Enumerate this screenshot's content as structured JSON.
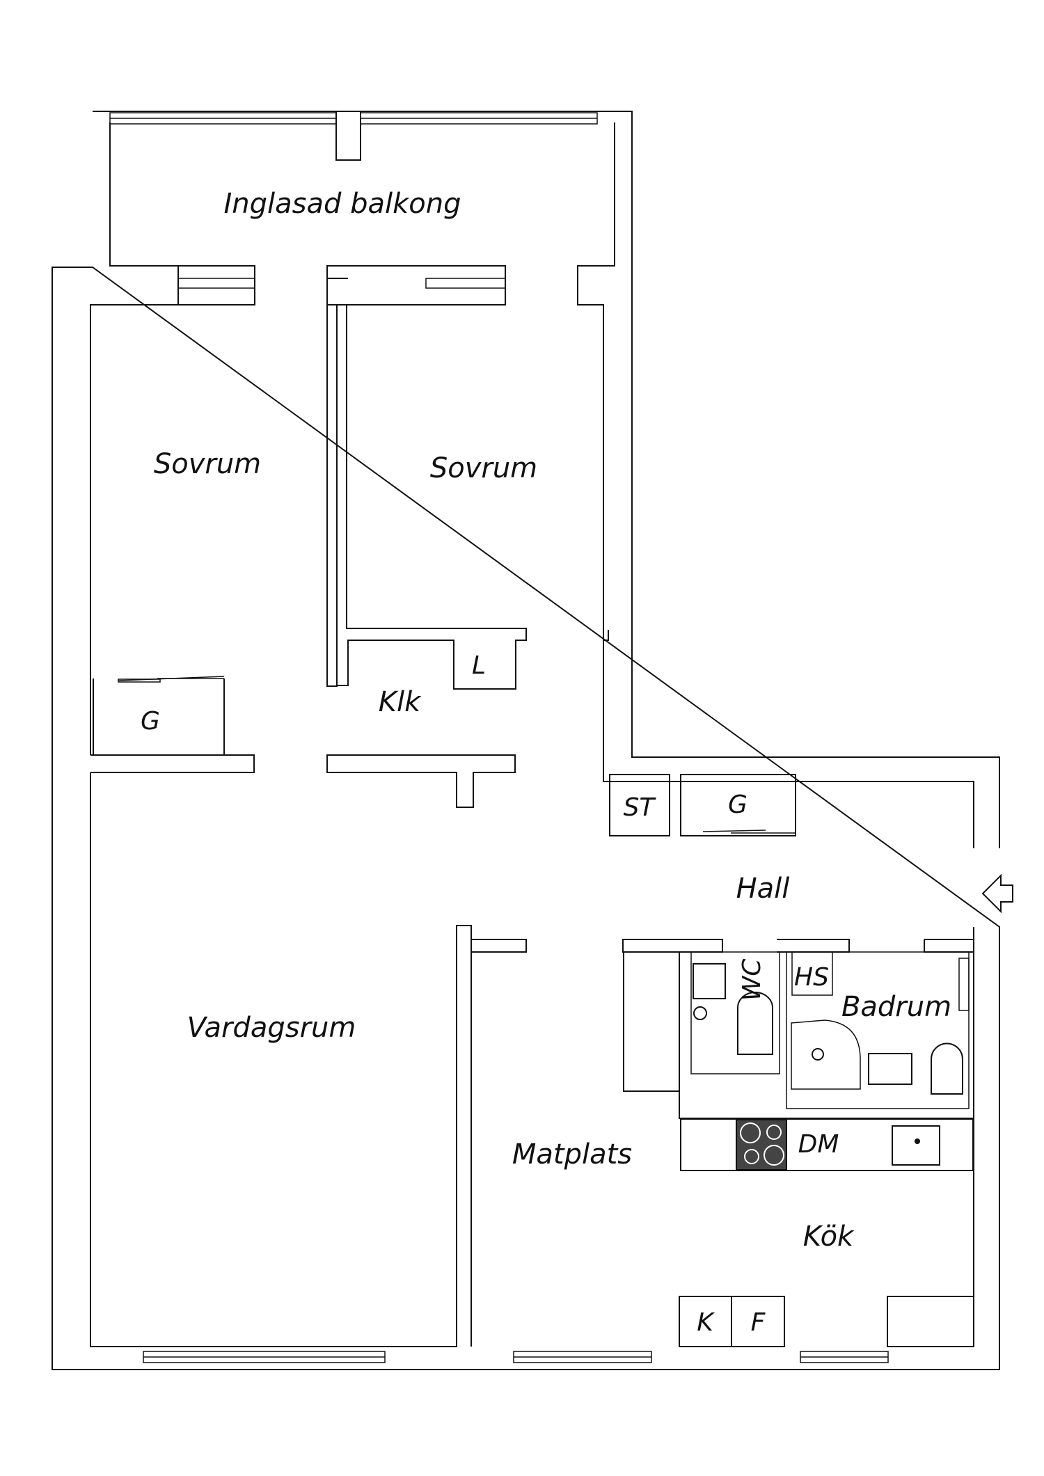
{
  "rooms": {
    "balcony": "Inglasad balkong",
    "bedroom_left": "Sovrum",
    "bedroom_right": "Sovrum",
    "closet_left": "G",
    "linen": "L",
    "hall_short": "Klk",
    "storage": "ST",
    "closet_hall": "G",
    "hall": "Hall",
    "living": "Vardagsrum",
    "wc": "WC",
    "hs": "HS",
    "bathroom": "Badrum",
    "dining": "Matplats",
    "dishwasher": "DM",
    "kitchen": "Kök",
    "fridge_k": "K",
    "freezer_f": "F"
  },
  "icons": {
    "entrance": "entrance-arrow-icon",
    "stove": "stove-icon",
    "sink": "sink-icon",
    "toilet": "toilet-icon",
    "shower": "shower-icon"
  },
  "colors": {
    "line": "#111111",
    "background": "#ffffff",
    "stove": "#444444"
  }
}
